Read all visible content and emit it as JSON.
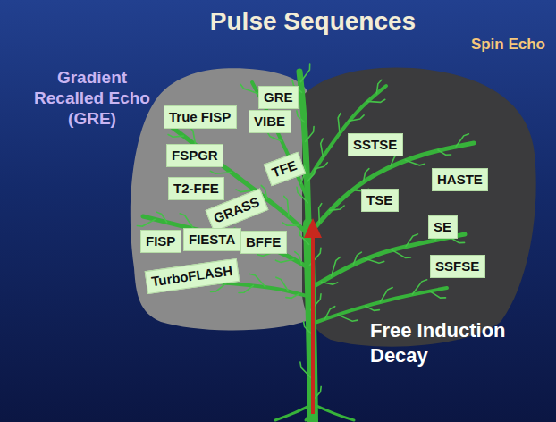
{
  "diagram": {
    "title": "Pulse Sequences",
    "nodes": [
      {
        "text": [
          "Gradient Recalled Echo (GRE)"
        ]
      },
      {
        "text": [
          "True FISP"
        ],
        "in": 0
      },
      {
        "text": [
          "GRE"
        ],
        "in": 0
      },
      {
        "text": [
          "VIBE"
        ],
        "in": 0
      },
      {
        "text": [
          "FSPGR"
        ],
        "in": 0
      },
      {
        "text": [
          "TFE"
        ],
        "in": 0
      },
      {
        "text": [
          "T2-FFE"
        ],
        "in": 0
      },
      {
        "text": [
          "GRASS"
        ],
        "in": 0
      },
      {
        "text": [
          "FISP"
        ],
        "in": 0
      },
      {
        "text": [
          "FIESTA"
        ],
        "in": 0
      },
      {
        "text": [
          "BFFE"
        ],
        "in": 0
      },
      {
        "text": [
          "TurboFLASH"
        ],
        "in": 0
      },
      {
        "text": [
          "Spin Echo"
        ]
      },
      {
        "text": [
          "SSTSE"
        ],
        "in": 12
      },
      {
        "text": [
          "TSE"
        ],
        "in": 12
      },
      {
        "text": [
          "HASTE"
        ],
        "in": 12
      },
      {
        "text": [
          "SE"
        ],
        "in": 12
      },
      {
        "text": [
          "SSFSE"
        ],
        "in": 12
      }
    ],
    "labels": [
      "Free Induction Decay"
    ]
  }
}
